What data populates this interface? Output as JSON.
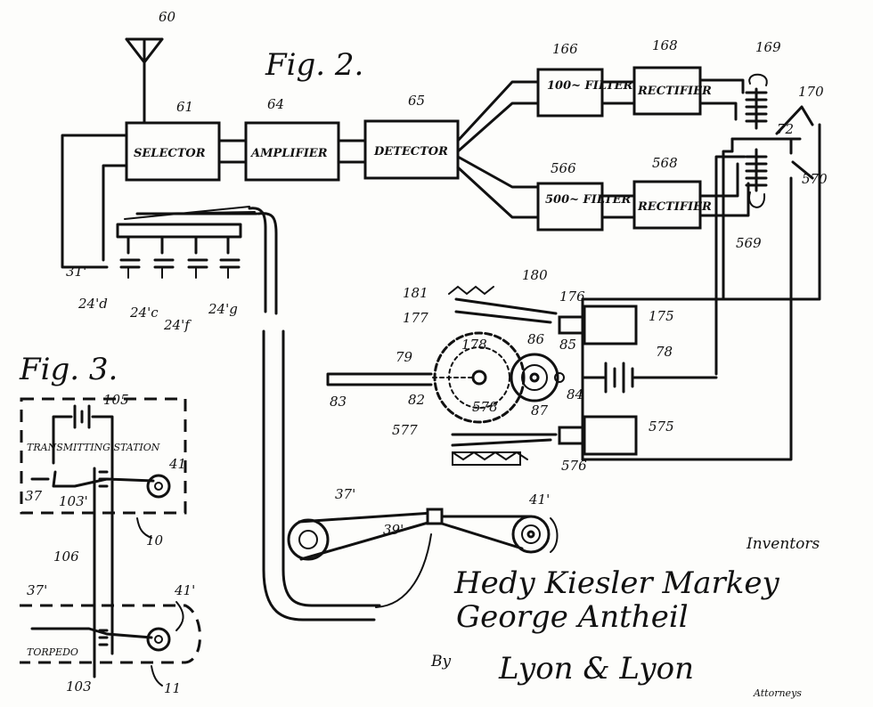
{
  "fig2": {
    "title": "Fig. 2.",
    "antenna_label": "60",
    "blocks": [
      {
        "id": "selector",
        "number": "61",
        "label": "SELECTOR"
      },
      {
        "id": "amplifier",
        "number": "64",
        "label": "AMPLIFIER"
      },
      {
        "id": "detector",
        "number": "65",
        "label": "DETECTOR"
      },
      {
        "id": "filter100",
        "number": "166",
        "label": "100~ FILTER"
      },
      {
        "id": "rectifier168",
        "number": "168",
        "label": "RECTIFIER"
      },
      {
        "id": "filter500",
        "number": "566",
        "label": "500~ FILTER"
      },
      {
        "id": "rectifier568",
        "number": "568",
        "label": "RECTIFIER"
      },
      {
        "id": "motor175",
        "number": "175",
        "label": ""
      },
      {
        "id": "motor575",
        "number": "575",
        "label": ""
      }
    ],
    "ref_numbers": [
      "169",
      "170",
      "72",
      "569",
      "570",
      "31'",
      "24'd",
      "24'c",
      "24'f",
      "24'g",
      "181",
      "180",
      "176",
      "177",
      "178",
      "79",
      "86",
      "85",
      "83",
      "82",
      "578",
      "87",
      "84",
      "78",
      "577",
      "576",
      "37'",
      "39'",
      "41'"
    ]
  },
  "fig3": {
    "title": "Fig. 3.",
    "ref_numbers": [
      "105",
      "37",
      "103'",
      "41",
      "10",
      "106",
      "37'",
      "41'",
      "103",
      "11"
    ],
    "station_label": "TRANSMITTING STATION",
    "torpedo_label": "TORPEDO"
  },
  "signature": {
    "heading": "Inventors",
    "names": [
      "Hedy Kiesler Markey",
      "George Antheil"
    ],
    "by": "By",
    "attorneys": "Lyon & Lyon",
    "footer": "Attorneys"
  }
}
